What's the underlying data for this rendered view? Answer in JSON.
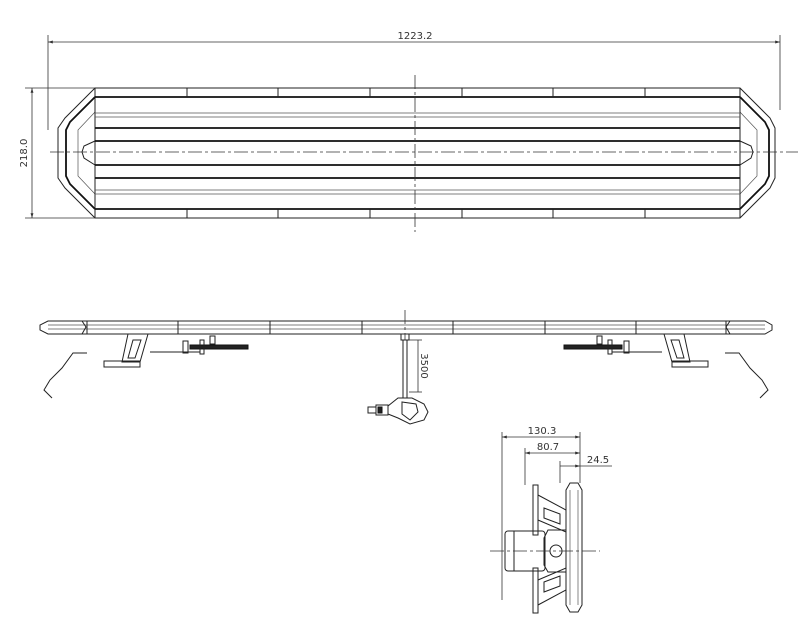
{
  "drawing": {
    "units": "mm",
    "top_view": {
      "length_label": "1223.2",
      "width_label": "218.0"
    },
    "side_view": {
      "cable_length_label": "3500"
    },
    "end_view": {
      "dim_overall_label": "130.3",
      "dim_bracket_label": "80.7",
      "dim_bar_label": "24.5"
    },
    "colors": {
      "line": "#222222",
      "background": "#ffffff"
    }
  }
}
